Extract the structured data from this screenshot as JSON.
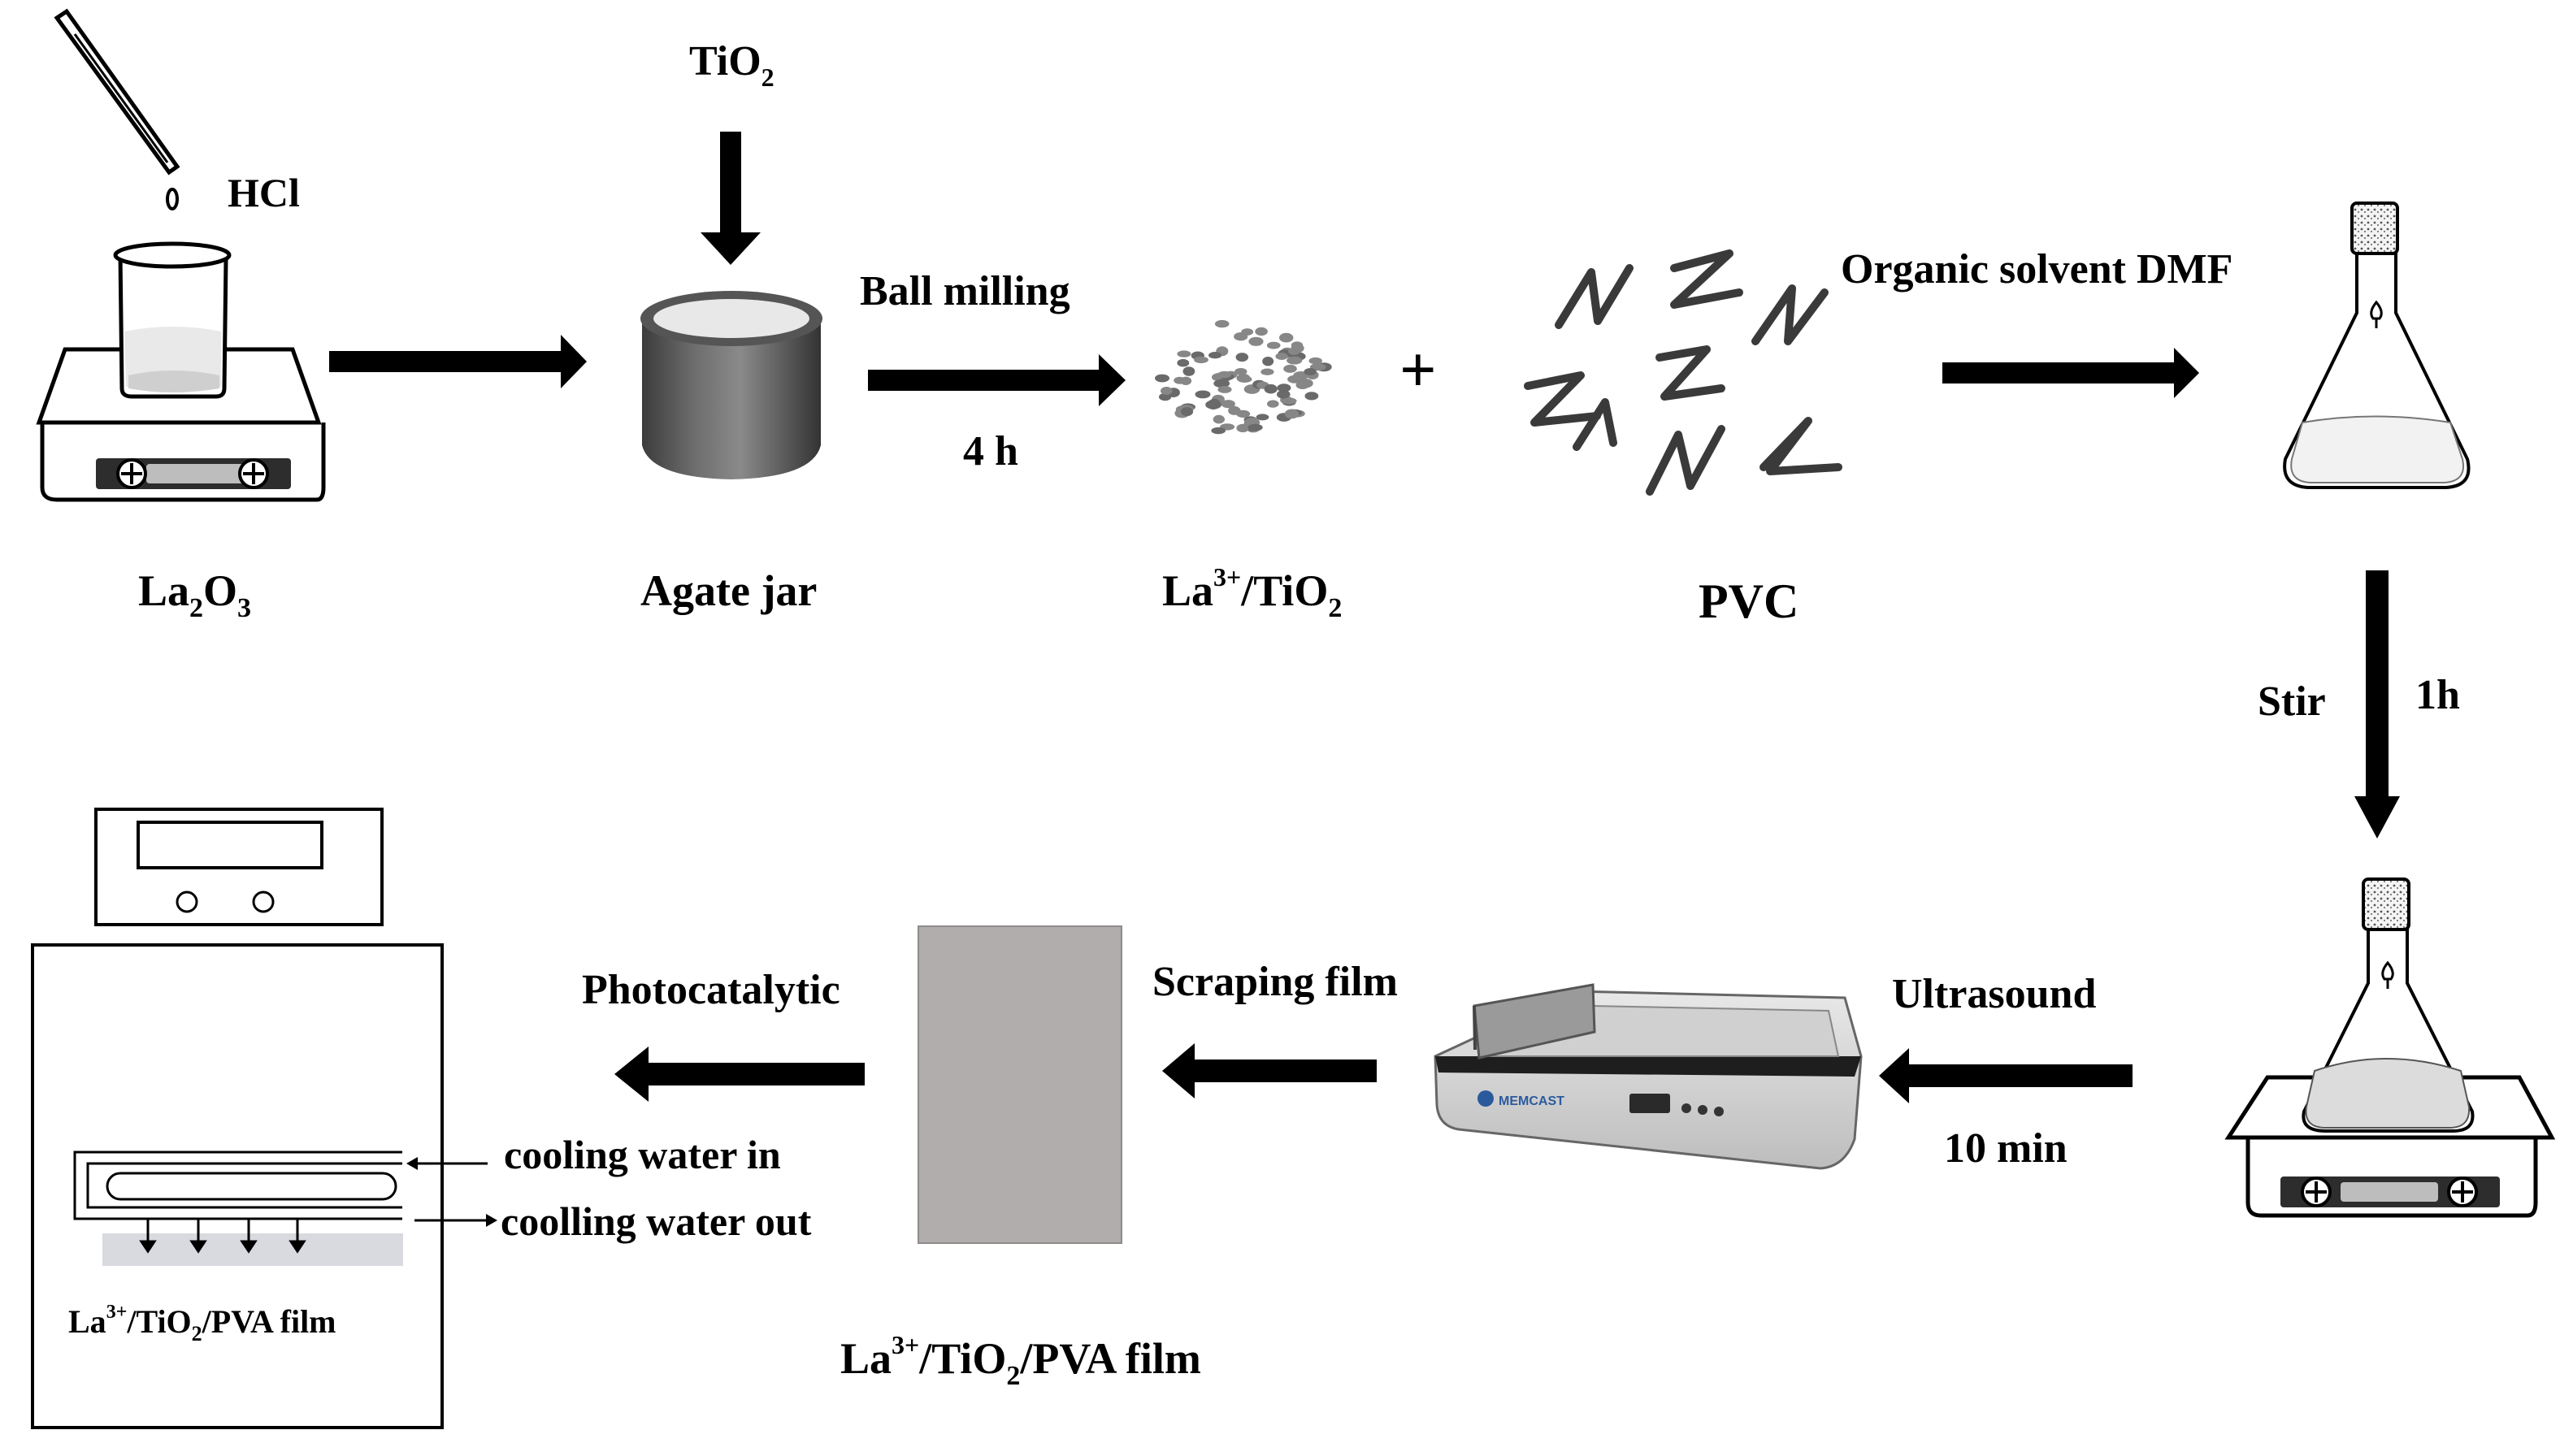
{
  "reagents": {
    "hcl": "HCl",
    "tio2": {
      "base": "TiO",
      "sub": "2"
    }
  },
  "steps": {
    "ball_milling": "Ball milling",
    "ball_milling_time": "4 h",
    "organic_solvent": "Organic solvent DMF",
    "stir": "Stir",
    "stir_time": "1h",
    "ultrasound": "Ultrasound",
    "ultrasound_time": "10 min",
    "scraping_film": "Scraping film",
    "photocatalytic": "Photocatalytic"
  },
  "materials": {
    "la2o3": {
      "a": "La",
      "s1": "2",
      "b": "O",
      "s2": "3"
    },
    "agate_jar": "Agate jar",
    "la_tio2": {
      "a": "La",
      "sup": "3+",
      "b": "/TiO",
      "sub": "2"
    },
    "pvc": "PVC",
    "plus": "+",
    "film": {
      "a": "La",
      "sup": "3+",
      "b": "/TiO",
      "sub": "2",
      "c": "/PVA film"
    }
  },
  "reactor": {
    "cooling_in": "cooling water in",
    "cooling_out": "coolling water out",
    "film_label": {
      "a": "La",
      "sup": "3+",
      "b": "/TiO",
      "sub": "2",
      "c": "/PVA film"
    }
  },
  "device": {
    "brand": "MEMCAST"
  }
}
